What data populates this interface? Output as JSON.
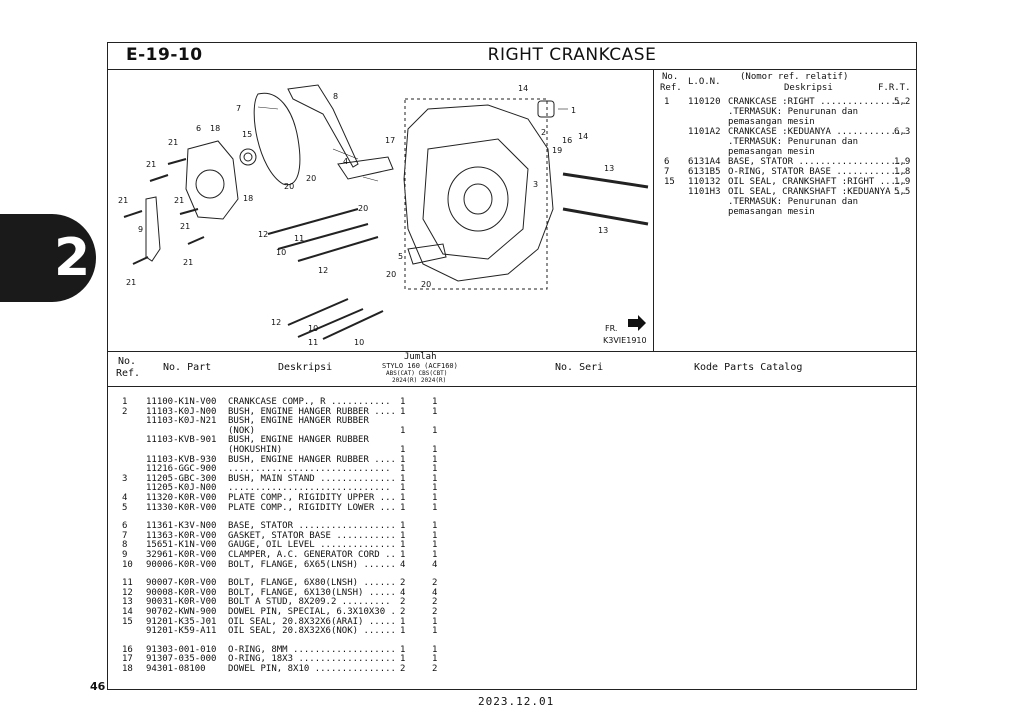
{
  "header": {
    "code": "E-19-10",
    "title": "RIGHT CRANKCASE"
  },
  "side_tab": "2",
  "page_number": "46",
  "date": "2023.12.01",
  "diagram": {
    "code": "K3VIE1910",
    "front_mark": "FR.",
    "callouts": [
      "1",
      "2",
      "3",
      "4",
      "5",
      "6",
      "7",
      "8",
      "9",
      "10",
      "10",
      "10",
      "11",
      "11",
      "11",
      "12",
      "12",
      "12",
      "13",
      "13",
      "14",
      "14",
      "15",
      "16",
      "17",
      "18",
      "18",
      "19",
      "20",
      "20",
      "20",
      "20",
      "20",
      "21",
      "21",
      "21",
      "21",
      "21",
      "21",
      "21"
    ]
  },
  "ref_table": {
    "head_no": "No.",
    "head_ref": "Ref.",
    "head_lon": "L.O.N.",
    "head_desc1": "(Nomor ref. relatif)",
    "head_desc2": "Deskripsi",
    "head_frt": "F.R.T.",
    "rows": [
      {
        "no": "1",
        "lon": "110120",
        "desc": "CRANKCASE :RIGHT ................",
        "frt": "5,2"
      },
      {
        "no": "",
        "lon": "",
        "desc": ".TERMASUK: Penurunan dan",
        "frt": ""
      },
      {
        "no": "",
        "lon": "",
        "desc": " pemasangan mesin",
        "frt": ""
      },
      {
        "no": "",
        "lon": "1101A2",
        "desc": "CRANKCASE :KEDUANYA .............",
        "frt": "6,3"
      },
      {
        "no": "",
        "lon": "",
        "desc": ".TERMASUK: Penurunan dan",
        "frt": ""
      },
      {
        "no": "",
        "lon": "",
        "desc": " pemasangan mesin",
        "frt": ""
      },
      {
        "no": "6",
        "lon": "6131A4",
        "desc": "BASE, STATOR ....................",
        "frt": "1,9"
      },
      {
        "no": "7",
        "lon": "6131B5",
        "desc": "O-RING, STATOR BASE .............",
        "frt": "1,8"
      },
      {
        "no": "15",
        "lon": "110132",
        "desc": "OIL SEAL, CRANKSHAFT :RIGHT .....",
        "frt": "1,9"
      },
      {
        "no": "",
        "lon": "1101H3",
        "desc": "OIL SEAL, CRANKSHAFT :KEDUANYA ..",
        "frt": "5,5"
      },
      {
        "no": "",
        "lon": "",
        "desc": ".TERMASUK: Penurunan dan",
        "frt": ""
      },
      {
        "no": "",
        "lon": "",
        "desc": " pemasangan mesin",
        "frt": ""
      }
    ]
  },
  "parts_header": {
    "no": "No.",
    "ref": "Ref.",
    "part": "No. Part",
    "desc": "Deskripsi",
    "jumlah": "Jumlah",
    "model": "STYLO 160 (ACF160)",
    "variants": "ABS(CAT)  CBS(CBT)",
    "years": "2024(R)   2024(R)",
    "serial": "No. Seri",
    "catalog": "Kode Parts Catalog"
  },
  "parts": [
    {
      "ref": "1",
      "part": "11100-K1N-V00",
      "desc": "CRANKCASE COMP., R ...........",
      "q1": "1",
      "q2": "1"
    },
    {
      "ref": "2",
      "part": "11103-K0J-N00",
      "desc": "BUSH, ENGINE HANGER RUBBER ....",
      "q1": "1",
      "q2": "1"
    },
    {
      "ref": "",
      "part": "11103-K0J-N21",
      "desc": "BUSH, ENGINE HANGER RUBBER",
      "q1": "",
      "q2": ""
    },
    {
      "ref": "",
      "part": "",
      "desc": "                         (NOK)",
      "q1": "1",
      "q2": "1"
    },
    {
      "ref": "",
      "part": "11103-KVB-901",
      "desc": "BUSH, ENGINE HANGER RUBBER",
      "q1": "",
      "q2": ""
    },
    {
      "ref": "",
      "part": "",
      "desc": "                    (HOKUSHIN)",
      "q1": "1",
      "q2": "1"
    },
    {
      "ref": "",
      "part": "11103-KVB-930",
      "desc": "BUSH, ENGINE HANGER RUBBER ....",
      "q1": "1",
      "q2": "1"
    },
    {
      "ref": "",
      "part": "11216-GGC-900",
      "desc": "..............................",
      "q1": "1",
      "q2": "1"
    },
    {
      "ref": "3",
      "part": "11205-GBC-300",
      "desc": "BUSH, MAIN STAND ..............",
      "q1": "1",
      "q2": "1"
    },
    {
      "ref": "",
      "part": "11205-K0J-N00",
      "desc": "..............................",
      "q1": "1",
      "q2": "1"
    },
    {
      "ref": "4",
      "part": "11320-K0R-V00",
      "desc": "PLATE COMP., RIGIDITY UPPER ...",
      "q1": "1",
      "q2": "1"
    },
    {
      "ref": "5",
      "part": "11330-K0R-V00",
      "desc": "PLATE COMP., RIGIDITY LOWER ...",
      "q1": "1",
      "q2": "1"
    },
    {
      "gap": true
    },
    {
      "ref": "6",
      "part": "11361-K3V-N00",
      "desc": "BASE, STATOR ..................",
      "q1": "1",
      "q2": "1"
    },
    {
      "ref": "7",
      "part": "11363-K0R-V00",
      "desc": "GASKET, STATOR BASE ...........",
      "q1": "1",
      "q2": "1"
    },
    {
      "ref": "8",
      "part": "15651-K1N-V00",
      "desc": "GAUGE, OIL LEVEL ..............",
      "q1": "1",
      "q2": "1"
    },
    {
      "ref": "9",
      "part": "32961-K0R-V00",
      "desc": "CLAMPER, A.C. GENERATOR CORD ..",
      "q1": "1",
      "q2": "1"
    },
    {
      "ref": "10",
      "part": "90006-K0R-V00",
      "desc": "BOLT, FLANGE, 6X65(LNSH) ......",
      "q1": "4",
      "q2": "4"
    },
    {
      "gap": true
    },
    {
      "ref": "11",
      "part": "90007-K0R-V00",
      "desc": "BOLT, FLANGE, 6X80(LNSH) ......",
      "q1": "2",
      "q2": "2"
    },
    {
      "ref": "12",
      "part": "90008-K0R-V00",
      "desc": "BOLT, FLANGE, 6X130(LNSH) .....",
      "q1": "4",
      "q2": "4"
    },
    {
      "ref": "13",
      "part": "90031-K0R-V00",
      "desc": "BOLT A STUD, 8X209.2 .........",
      "q1": "2",
      "q2": "2"
    },
    {
      "ref": "14",
      "part": "90702-KWN-900",
      "desc": "DOWEL PIN, SPECIAL, 6.3X10X30 .",
      "q1": "2",
      "q2": "2"
    },
    {
      "ref": "15",
      "part": "91201-K35-J01",
      "desc": "OIL SEAL, 20.8X32X6(ARAI) .....",
      "q1": "1",
      "q2": "1"
    },
    {
      "ref": "",
      "part": "91201-K59-A11",
      "desc": "OIL SEAL, 20.8X32X6(NOK) ......",
      "q1": "1",
      "q2": "1"
    },
    {
      "gap": true
    },
    {
      "ref": "16",
      "part": "91303-001-010",
      "desc": "O-RING, 8MM ...................",
      "q1": "1",
      "q2": "1"
    },
    {
      "ref": "17",
      "part": "91307-035-000",
      "desc": "O-RING, 18X3 ..................",
      "q1": "1",
      "q2": "1"
    },
    {
      "ref": "18",
      "part": "94301-08100",
      "desc": "DOWEL PIN, 8X10 ...............",
      "q1": "2",
      "q2": "2"
    }
  ]
}
